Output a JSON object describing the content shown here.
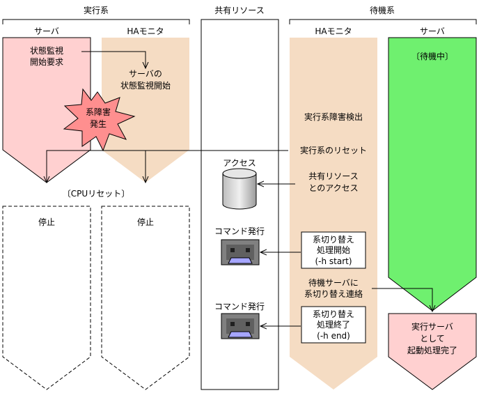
{
  "groups": {
    "active": "実行系",
    "shared": "共有リソース",
    "standby": "待機系"
  },
  "columns": {
    "active_server": "サーバ",
    "active_ha": "HAモニタ",
    "standby_ha": "HAモニタ",
    "standby_server": "サーバ"
  },
  "active_server": {
    "request_line1": "状態監視",
    "request_line2": "開始要求",
    "fault_line1": "系障害",
    "fault_line2": "発生"
  },
  "active_ha": {
    "monitor_line1": "サーバの",
    "monitor_line2": "状態監視開始"
  },
  "cpu_reset": "〔CPUリセット〕",
  "stopped_left": "停止",
  "stopped_right": "停止",
  "shared": {
    "access_label": "アクセス",
    "command1_label": "コマンド発行",
    "command2_label": "コマンド発行"
  },
  "standby_ha": {
    "detect": "実行系障害検出",
    "reset": "実行系のリセット",
    "access_line1": "共有リソース",
    "access_line2": "とのアクセス",
    "start_line1": "系切り替え",
    "start_line2": "処理開始",
    "start_line3": "(-h start)",
    "notify_line1": "待機サーバに",
    "notify_line2": "系切り替え連絡",
    "end_line1": "系切り替え",
    "end_line2": "処理終了",
    "end_line3": "(-h end)"
  },
  "standby_server": {
    "waiting": "〔待機中〕",
    "done_line1": "実行サーバ",
    "done_line2": "として",
    "done_line3": "起動処理完了"
  },
  "colors": {
    "active_server": "#ffd0d0",
    "ha_monitor": "#f5dcc3",
    "standby_server": "#6ff06f",
    "fault_burst": "#ff8f8f",
    "command_box": "#808080",
    "command_face": "#a6a6ff"
  }
}
